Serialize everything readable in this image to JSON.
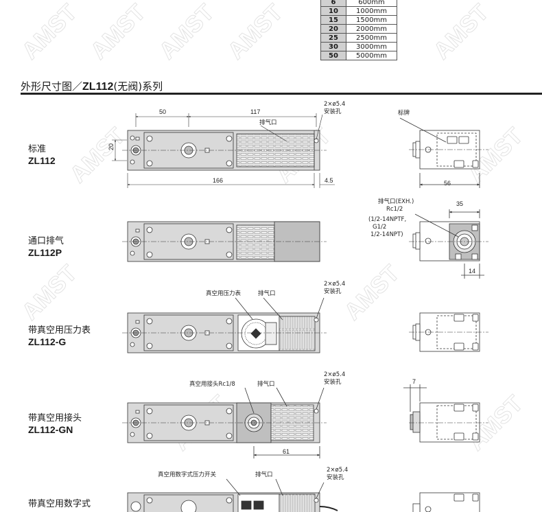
{
  "length_table": [
    {
      "code": "6",
      "length": "600mm"
    },
    {
      "code": "10",
      "length": "1000mm"
    },
    {
      "code": "15",
      "length": "1500mm"
    },
    {
      "code": "20",
      "length": "2000mm"
    },
    {
      "code": "25",
      "length": "2500mm"
    },
    {
      "code": "30",
      "length": "3000mm"
    },
    {
      "code": "50",
      "length": "5000mm"
    }
  ],
  "section": {
    "prefix": "外形尺寸图／",
    "model": "ZL112",
    "suffix": "(无阀)系列"
  },
  "watermark": "AMST",
  "models": [
    {
      "name": "标准",
      "code": "ZL112"
    },
    {
      "name": "通口排气",
      "code": "ZL112P"
    },
    {
      "name": "带真空用压力表",
      "code": "ZL112-G"
    },
    {
      "name": "带真空用接头",
      "code": "ZL112-GN"
    },
    {
      "name": "带真空用数字式",
      "code": ""
    }
  ],
  "labels": {
    "exhaust": "排气口",
    "mount_holes": "2×ø5.4",
    "mount_holes_text": "安装孔",
    "nameplate": "标牌",
    "exh_port": "排气口(EXH.)",
    "exh_rc": "Rc1/2",
    "exh_npt1": "(1/2-14NPTF,",
    "exh_npt2": "G1/2",
    "exh_npt3": "1/2-14NPT)",
    "vacuum_gauge": "真空用压力表",
    "vacuum_fitting": "真空用接头Rc1/8",
    "digital_switch": "真空用数字式压力开关"
  },
  "dimensions": {
    "d50": "50",
    "d117": "117",
    "d20": "20",
    "d166": "166",
    "d4_5": "4.5",
    "d56": "56",
    "d35": "35",
    "d14": "14",
    "d7": "7",
    "d61": "61"
  },
  "colors": {
    "body": "#d9d9d9",
    "body_dark": "#bfbfbf",
    "line": "#333333",
    "table_key": "#d0d0d0"
  }
}
